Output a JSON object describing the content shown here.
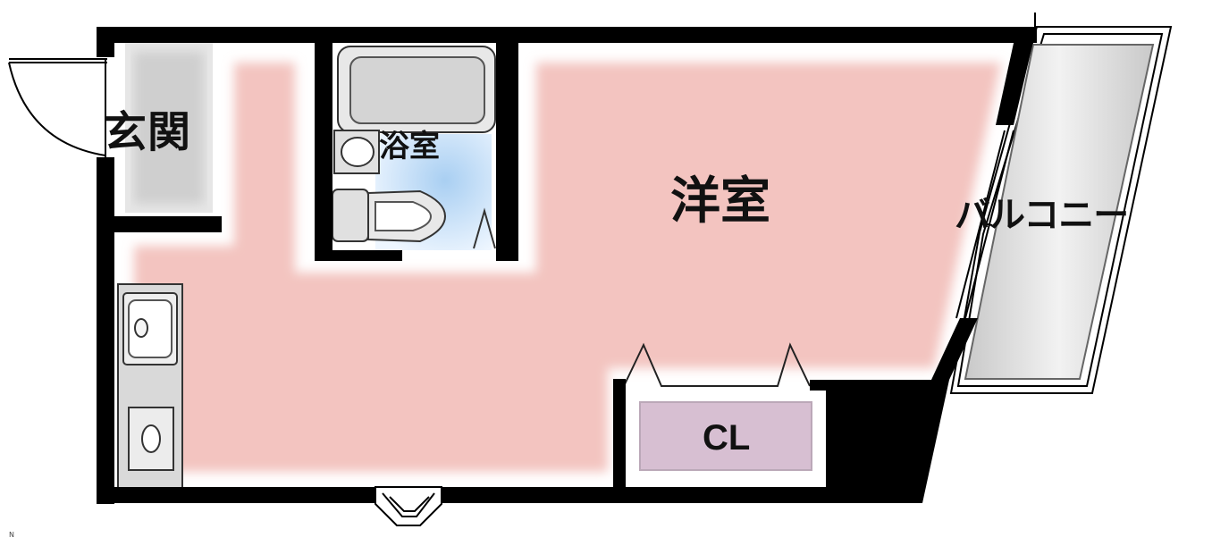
{
  "rooms": {
    "entrance": "玄関",
    "bathroom": "浴室",
    "western_room": "洋室",
    "balcony": "バルコニー",
    "closet": "CL"
  },
  "compass": "N",
  "colors": {
    "wall": "#000000",
    "room_fill": "#f3c4c0",
    "bath_fill": "#bcdcf6",
    "closet_fill": "#d7bfd2",
    "fixture_fill": "#d6d6d6",
    "balcony_fill": "#e2e2e2"
  }
}
